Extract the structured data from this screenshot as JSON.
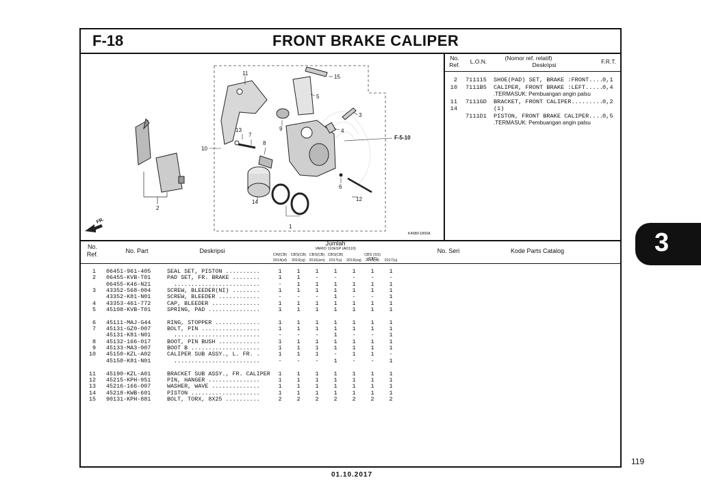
{
  "header": {
    "code": "F-18",
    "title": "FRONT BRAKE CALIPER"
  },
  "ref_table": {
    "headers": {
      "no_ref": "No.\nRef.",
      "lon": "L.O.N.",
      "desc_top": "(Nomor ref. relatif)",
      "desc_bottom": "Deskripsi",
      "frt": "F.R.T."
    },
    "rows": [
      {
        "ref": "2",
        "lon": "711115",
        "desc": "SHOE(PAD) SET, BRAKE :FRONT....",
        "frt": "0,1"
      },
      {
        "ref": "10",
        "lon": "7111B5",
        "desc": "CALIPER, FRONT BRAKE :LEFT.....",
        "frt": "0,4"
      },
      {
        "ref": "",
        "lon": "",
        "desc": ".TERMASUK: Pembuangan angin palsu",
        "frt": ""
      },
      {
        "ref": "11",
        "lon": "7111GD",
        "desc": "BRACKET, FRONT CALIPER.........",
        "frt": "0,2"
      },
      {
        "ref": "14",
        "lon": "",
        "desc": "(1)",
        "frt": ""
      },
      {
        "ref": "",
        "lon": "7111D1",
        "desc": "PISTON, FRONT BRAKE CALIPER....",
        "frt": "0,5"
      },
      {
        "ref": "",
        "lon": "",
        "desc": ".TERMASUK: Pembuangan angin palsu",
        "frt": ""
      }
    ]
  },
  "diagram": {
    "callouts": [
      "11",
      "15",
      "5",
      "3",
      "4",
      "13",
      "7",
      "9",
      "8",
      "10",
      "6",
      "12",
      "14",
      "1",
      "2"
    ],
    "ref_label": "F-5-10",
    "fr_label": "FR.",
    "figure_code": "K46BF1800A"
  },
  "parts_header": {
    "no_ref": "No.\nRef.",
    "no_part": "No. Part",
    "desc": "Deskripsi",
    "jumlah": "Jumlah",
    "jumlah_sub": "VARIO 110ESP (AD110)",
    "variants": [
      "CW(CB)",
      "CBS(CB)",
      "CBS(CB)",
      "CBS(CB)",
      "",
      "CBS (SS)(CBT)",
      ""
    ],
    "years": [
      "2014(sf)",
      "2016(sj)",
      "2016(sm)",
      "2017(u)",
      "2019(sq)",
      "2016(sf)",
      "2017(u)"
    ],
    "no_seri": "No. Seri",
    "kode": "Kode Parts Catalog"
  },
  "parts": [
    {
      "ref": "1",
      "part": "06451-961-405",
      "desc": "SEAL SET, PISTON ..........",
      "q": [
        "1",
        "1",
        "1",
        "1",
        "1",
        "1",
        "1"
      ]
    },
    {
      "ref": "2",
      "part": "06455-KVB-T01",
      "desc": "PAD SET, FR. BRAKE ........",
      "q": [
        "1",
        "1",
        "-",
        "-",
        "-",
        "-",
        "-"
      ]
    },
    {
      "ref": "",
      "part": "06455-K46-N21",
      "desc": "  .........................",
      "q": [
        "-",
        "1",
        "1",
        "1",
        "1",
        "1",
        "1"
      ]
    },
    {
      "ref": "3",
      "part": "43352-568-004",
      "desc": "SCREW, BLEEDER(NI) ........",
      "q": [
        "1",
        "1",
        "1",
        "1",
        "1",
        "1",
        "1"
      ]
    },
    {
      "ref": "",
      "part": "43352-K81-N01",
      "desc": "SCREW, BLEEDER ............",
      "q": [
        "-",
        "-",
        "-",
        "1",
        "-",
        "-",
        "1"
      ]
    },
    {
      "ref": "4",
      "part": "43353-461-772",
      "desc": "CAP, BLEEDER ..............",
      "q": [
        "1",
        "1",
        "1",
        "1",
        "1",
        "1",
        "1"
      ]
    },
    {
      "ref": "5",
      "part": "45108-KVB-T01",
      "desc": "SPRING, PAD ...............",
      "q": [
        "1",
        "1",
        "1",
        "1",
        "1",
        "1",
        "1"
      ]
    },
    {
      "ref": "",
      "part": "",
      "desc": "",
      "q": [
        "",
        "",
        "",
        "",
        "",
        "",
        ""
      ]
    },
    {
      "ref": "6",
      "part": "45111-MAJ-G44",
      "desc": "RING, STOPPER .............",
      "q": [
        "1",
        "1",
        "1",
        "1",
        "1",
        "1",
        "1"
      ]
    },
    {
      "ref": "7",
      "part": "45131-GZ0-007",
      "desc": "BOLT, PIN .................",
      "q": [
        "1",
        "1",
        "1",
        "1",
        "1",
        "1",
        "1"
      ]
    },
    {
      "ref": "",
      "part": "45131-K81-N01",
      "desc": "  .........................",
      "q": [
        "-",
        "-",
        "-",
        "1",
        "-",
        "-",
        "1"
      ]
    },
    {
      "ref": "8",
      "part": "45132-166-017",
      "desc": "BOOT, PIN BUSH ............",
      "q": [
        "1",
        "1",
        "1",
        "1",
        "1",
        "1",
        "1"
      ]
    },
    {
      "ref": "9",
      "part": "45133-MA3-007",
      "desc": "BOOT B ....................",
      "q": [
        "1",
        "1",
        "1",
        "1",
        "1",
        "1",
        "1"
      ]
    },
    {
      "ref": "10",
      "part": "45150-KZL-A02",
      "desc": "CALIPER SUB ASSY., L. FR. .",
      "q": [
        "1",
        "1",
        "1",
        "-",
        "1",
        "1",
        "-"
      ]
    },
    {
      "ref": "",
      "part": "45150-K81-N01",
      "desc": "  .........................",
      "q": [
        "-",
        "-",
        "-",
        "1",
        "-",
        "-",
        "1"
      ]
    },
    {
      "ref": "",
      "part": "",
      "desc": "",
      "q": [
        "",
        "",
        "",
        "",
        "",
        "",
        ""
      ]
    },
    {
      "ref": "11",
      "part": "45190-KZL-A01",
      "desc": "BRACKET SUB ASSY., FR. CALIPER",
      "q": [
        "1",
        "1",
        "1",
        "1",
        "1",
        "1",
        "1"
      ]
    },
    {
      "ref": "12",
      "part": "45215-KPH-951",
      "desc": "PIN, HANGER ...............",
      "q": [
        "1",
        "1",
        "1",
        "1",
        "1",
        "1",
        "1"
      ]
    },
    {
      "ref": "13",
      "part": "45216-166-007",
      "desc": "WASHER, WAVE ..............",
      "q": [
        "1",
        "1",
        "1",
        "1",
        "1",
        "1",
        "1"
      ]
    },
    {
      "ref": "14",
      "part": "45218-KWB-601",
      "desc": "PISTON ....................",
      "q": [
        "1",
        "1",
        "1",
        "1",
        "1",
        "1",
        "1"
      ]
    },
    {
      "ref": "15",
      "part": "90131-KPH-881",
      "desc": "BOLT, TORX, 8X25 ..........",
      "q": [
        "2",
        "2",
        "2",
        "2",
        "2",
        "2",
        "2"
      ]
    }
  ],
  "side_tab": "3",
  "page_number": "119",
  "footer_date": "01.10.2017"
}
